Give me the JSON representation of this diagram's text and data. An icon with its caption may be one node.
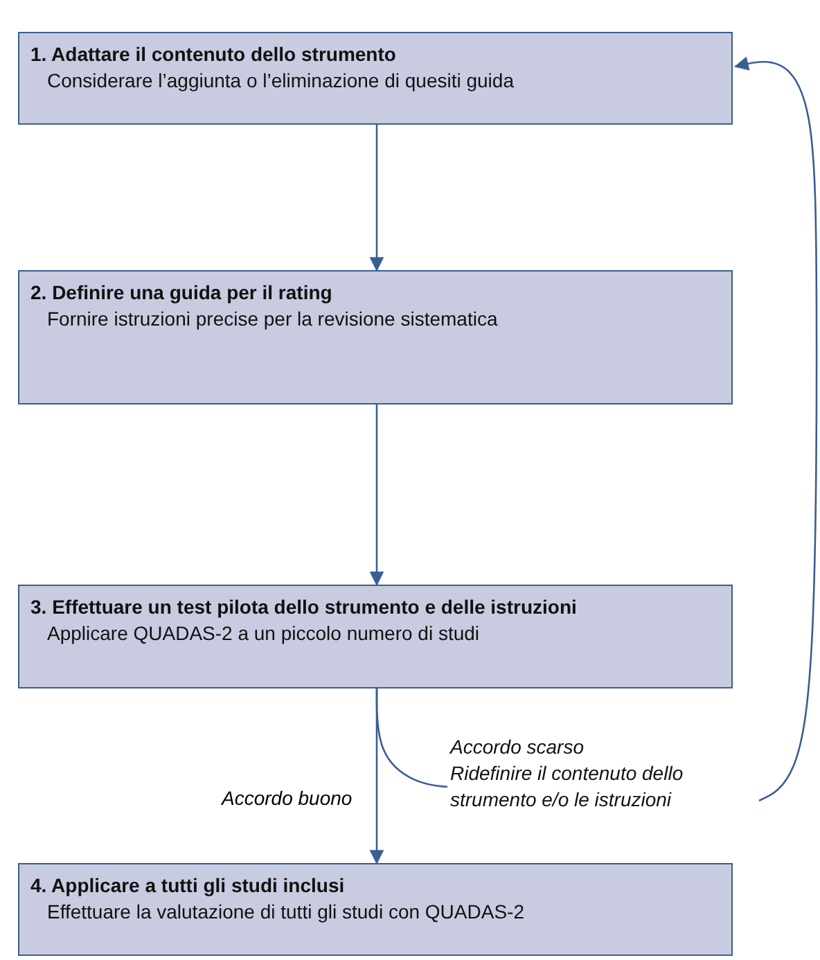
{
  "diagram": {
    "nodes": [
      {
        "text": [
          "1. Adattare il contenuto dello strumento",
          "Considerare l’aggiunta o l’eliminazione di quesiti guida"
        ]
      },
      {
        "text": [
          "2. Definire una guida per il rating",
          "Fornire istruzioni precise per la revisione sistematica"
        ]
      },
      {
        "text": [
          "3. Effettuare un test pilota dello strumento e delle istruzioni",
          "Applicare QUADAS-2 a un piccolo numero di studi"
        ]
      },
      {
        "text": [
          "Accordo scarso",
          "Ridefinire il contenuto dello strumento e/o le istruzioni"
        ]
      },
      {
        "text": [
          "4. Applicare a tutti gli studi inclusi",
          "Effettuare la valutazione di tutti gli studi con QUADAS-2"
        ]
      }
    ],
    "edges": [
      {
        "from": 0,
        "to": 1,
        "arrow": "to"
      },
      {
        "from": 1,
        "to": 2,
        "arrow": "to"
      },
      {
        "from": 2,
        "to": 4,
        "arrow": "to",
        "label": "Accordo buono"
      },
      {
        "from": 2,
        "to": 3,
        "arrow": "none"
      },
      {
        "from": 3,
        "to": 0,
        "arrow": "to"
      }
    ]
  }
}
